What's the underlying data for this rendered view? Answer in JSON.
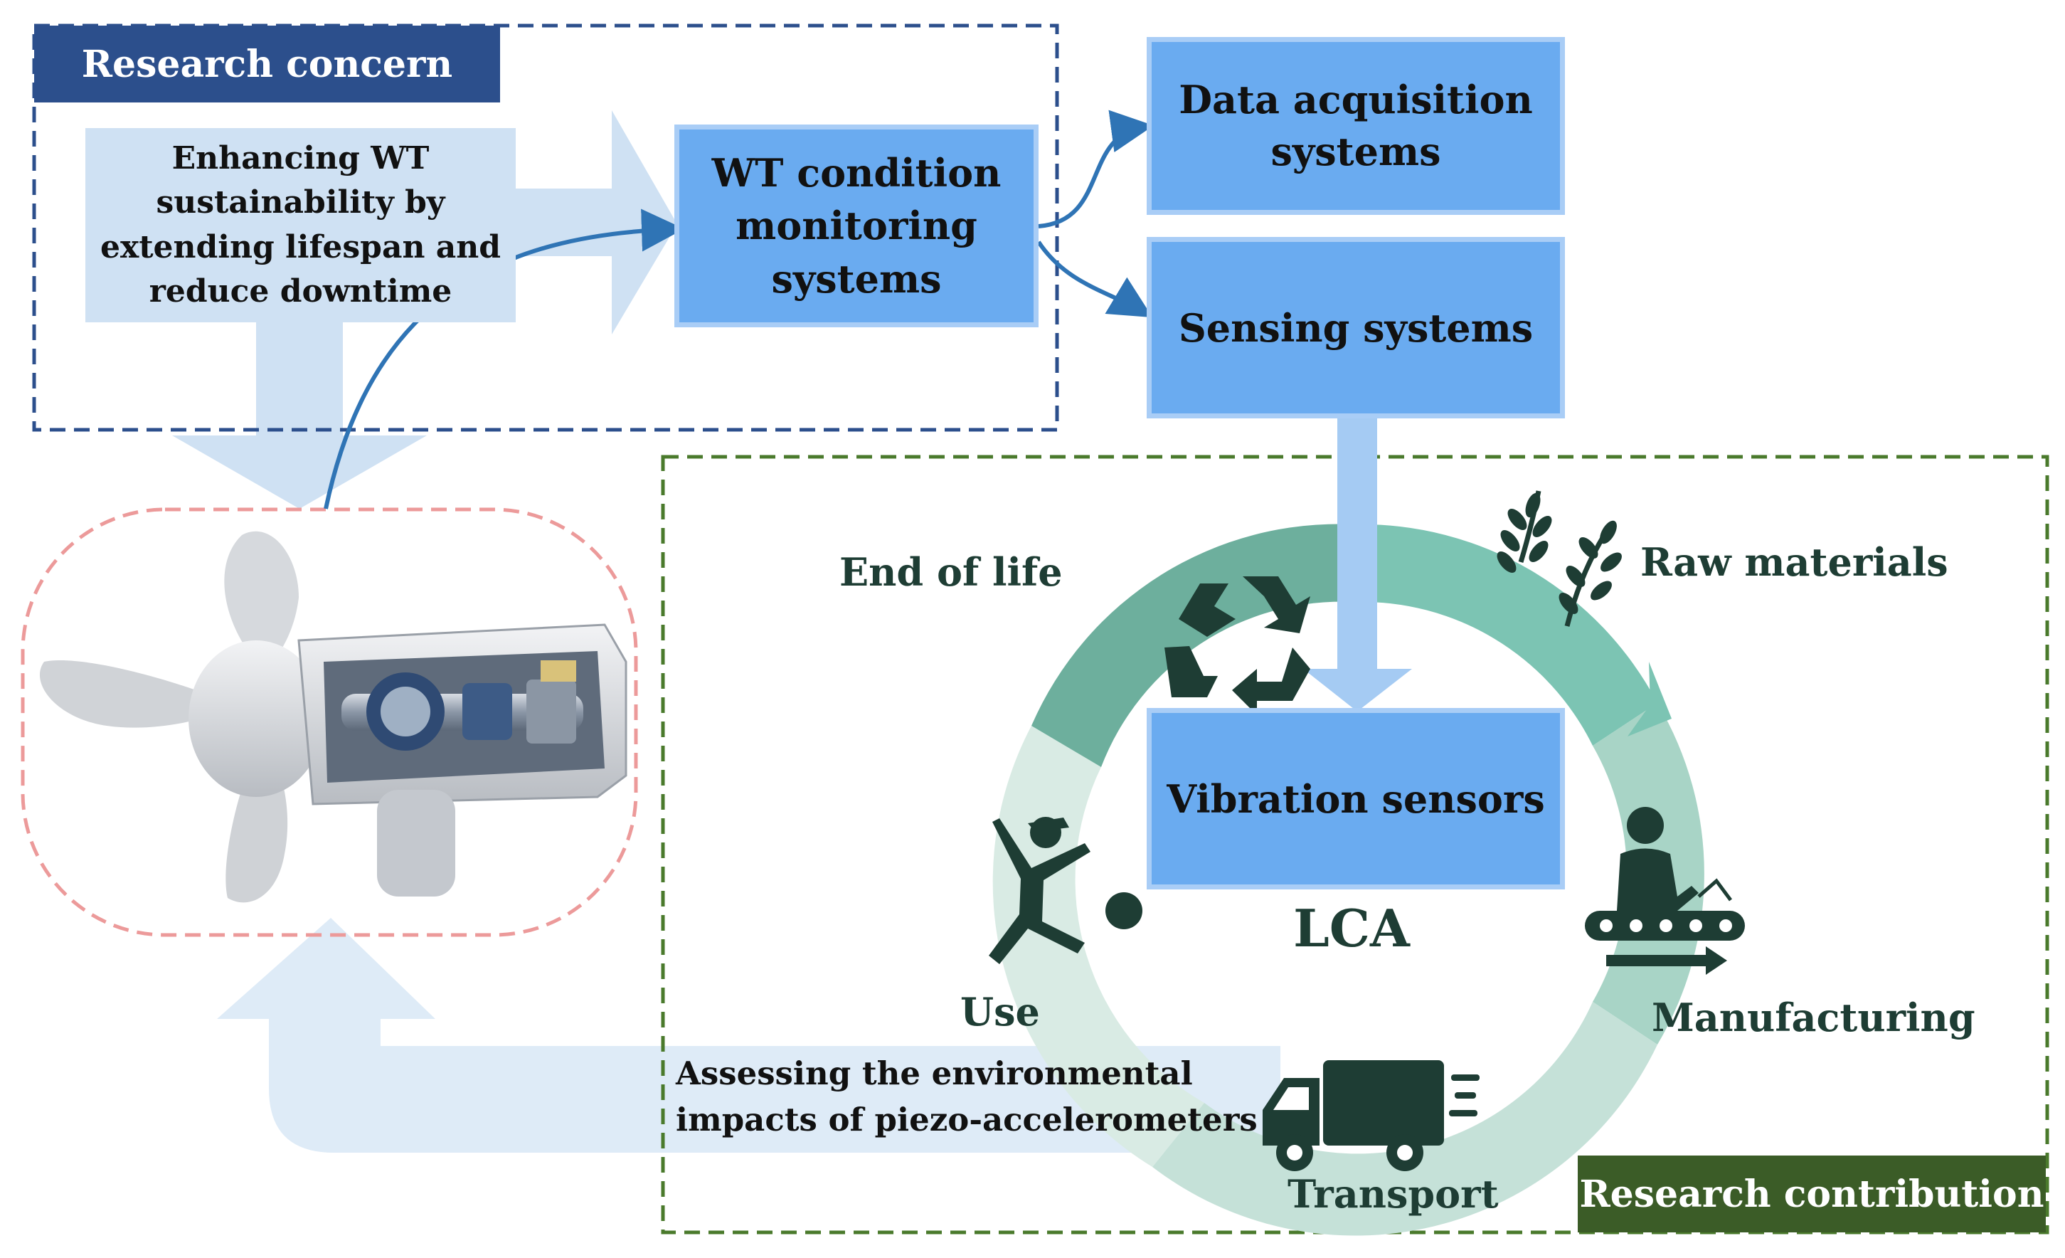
{
  "research_concern": {
    "tag": "Research concern",
    "goal_lines": [
      "Enhancing WT",
      "sustainability by",
      "extending lifespan and",
      "reduce downtime"
    ]
  },
  "monitoring": {
    "cms_lines": [
      "WT condition",
      "monitoring",
      "systems"
    ],
    "data_acq_lines": [
      "Data acquisition",
      "systems"
    ],
    "sensing": "Sensing systems",
    "vibration": "Vibration sensors"
  },
  "lca": {
    "center": "LCA",
    "stages": {
      "end_of_life": "End of life",
      "raw_materials": "Raw materials",
      "manufacturing": "Manufacturing",
      "transport": "Transport",
      "use": "Use"
    }
  },
  "contribution": {
    "tag": "Research contribution",
    "assessment_lines": [
      "Assessing the environmental",
      "impacts of piezo-accelerometers"
    ]
  },
  "colors": {
    "navy": "#2c4f8c",
    "box_blue": "#6aabf0",
    "box_border": "#a9cdf6",
    "light_blue": "#cfe1f3",
    "pale_arrow": "#deebf7",
    "dark_green": "#1e3d34",
    "tag_green": "#3b5c27",
    "dash_green": "#4a7a2c",
    "dash_red": "#ec9a9a",
    "curve_blue": "#2f74b5"
  },
  "icons": [
    "recycle-icon",
    "wheat-icon",
    "worker-conveyor-icon",
    "truck-icon",
    "running-person-icon",
    "wind-turbine-nacelle-icon"
  ]
}
